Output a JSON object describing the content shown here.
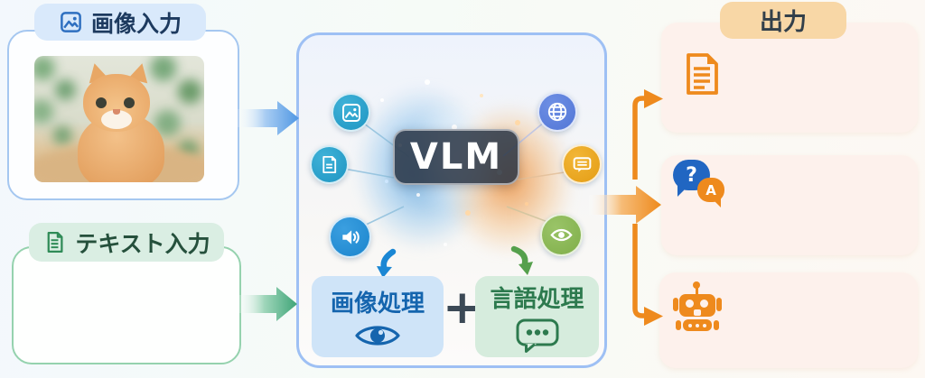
{
  "diagram": {
    "input_image": {
      "label": "画像入力"
    },
    "input_text": {
      "label": "テキスト入力"
    },
    "center": {
      "title": "VLM",
      "image_processing_label": "画像処理",
      "plus": "+",
      "language_processing_label": "言語処理"
    },
    "output": {
      "label": "出力"
    },
    "qa_icon": {
      "question": "?",
      "answer": "A"
    },
    "colors": {
      "input_image_accent": "#4f97e3",
      "input_text_accent": "#3fa578",
      "output_accent": "#ee8a1d",
      "center_border": "#9ec0f4",
      "image_processing_text": "#1565ae",
      "language_processing_text": "#2d7a4e",
      "vlm_plate": "#2a3546"
    },
    "icons": [
      "image-icon",
      "document-icon",
      "audio-icon",
      "globe-icon",
      "chat-icon",
      "eye-icon",
      "image-input-icon",
      "text-input-icon",
      "output-document-icon",
      "qa-bubbles-icon",
      "robot-icon",
      "eye-processing-icon",
      "chat-dots-icon"
    ]
  }
}
